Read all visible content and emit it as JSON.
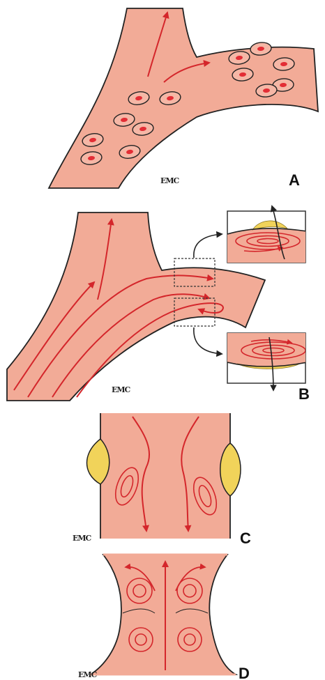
{
  "panels": [
    {
      "id": "A",
      "letter": "A",
      "logo": "EMC"
    },
    {
      "id": "B",
      "letter": "B",
      "logo": "EMC"
    },
    {
      "id": "C",
      "letter": "C",
      "logo": "EMC"
    },
    {
      "id": "D",
      "letter": "D",
      "logo": "EMC"
    }
  ],
  "colors": {
    "vessel_fill": "#f2ab97",
    "vessel_outline": "#222222",
    "flow_arrow": "#d4262b",
    "cell_core": "#e32d35",
    "plaque": "#f1d35a",
    "inset_border": "#333333"
  },
  "icons": [
    "flow-arrow-icon",
    "red-blood-cell-icon",
    "vortex-icon",
    "plaque-icon",
    "dashed-zoom-box-icon",
    "callout-arrow-icon"
  ]
}
